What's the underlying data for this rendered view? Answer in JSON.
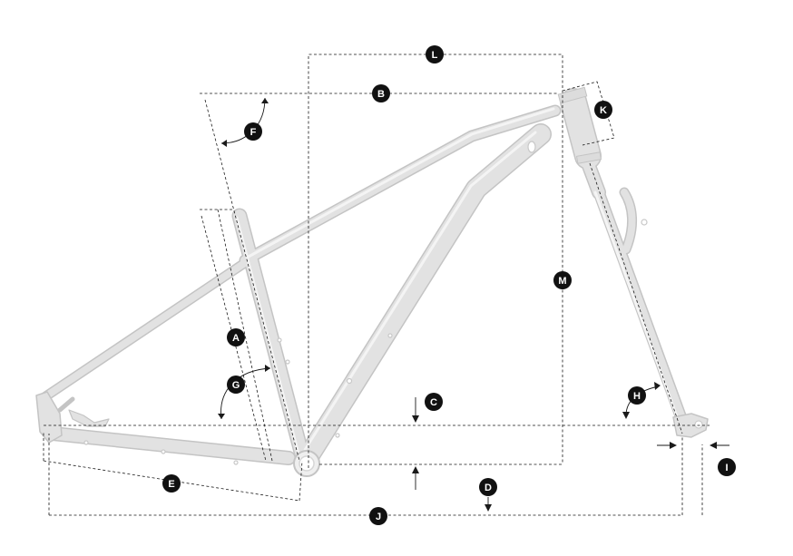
{
  "diagram": {
    "subject": "bicycle hardtail frame geometry",
    "frame_color": "#d9d9d9",
    "frame_edge_color": "#c4c4c4",
    "dimension_line_color": "#1a1a1a",
    "marker_fill": "#111111",
    "marker_text_color": "#ffffff",
    "markers": {
      "A": "A",
      "B": "B",
      "C": "C",
      "D": "D",
      "E": "E",
      "F": "F",
      "G": "G",
      "H": "H",
      "I": "I",
      "J": "J",
      "K": "K",
      "L": "L",
      "M": "M"
    }
  }
}
